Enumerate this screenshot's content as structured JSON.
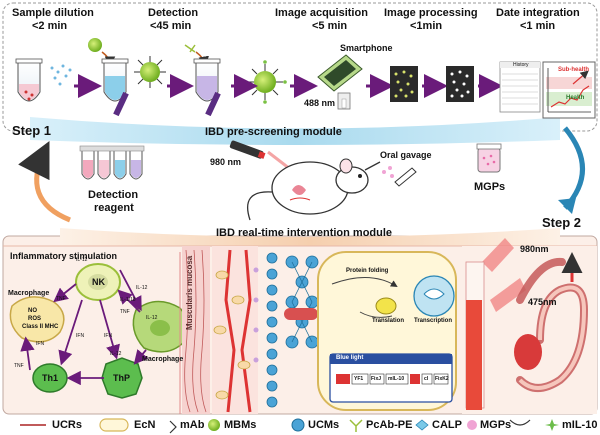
{
  "top": {
    "sample_dilution": "Sample dilution",
    "sample_time": "<2 min",
    "detection": "Detection",
    "detection_time": "<45 min",
    "image_acquisition": "Image acquisition",
    "image_acquisition_time": "<5 min",
    "image_processing": "Image processing",
    "image_processing_time": "<1min",
    "date_integration": "Date integration",
    "date_integration_time": "<1 min",
    "smartphone": "Smartphone",
    "wavelength_488": "488 nm",
    "history": "History",
    "sub_health": "Sub-health",
    "health": "Health"
  },
  "steps": {
    "step1": "Step 1",
    "step2": "Step 2",
    "pre_screening": "IBD pre-screening module",
    "intervention": "IBD real-time intervention module"
  },
  "middle": {
    "nm980": "980 nm",
    "oral_gavage": "Oral gavage",
    "mgps": "MGPs",
    "detection_reagent_1": "Detection",
    "detection_reagent_2": "reagent"
  },
  "bottom": {
    "inflammatory": "Inflammatory stimulation",
    "nk": "NK",
    "no": "NO",
    "ros": "ROS",
    "mhc": "Class II MHC",
    "macrophage_left": "Macrophage",
    "macrophage_right": "Macrophage",
    "th1": "Th1",
    "thp": "ThP",
    "tnf1": "TNF",
    "tnf2": "TNF",
    "tnf3": "TNF",
    "ifn1": "IFN",
    "ifn2": "IFN",
    "ifn3": "IFN",
    "il12a": "IL-12",
    "il12b": "IL-12",
    "il12c": "IL-12",
    "il12d": "IL-12",
    "il1518": "IL-1/18",
    "muscularis": "Muscularis mucosa",
    "protein_folding": "Protein folding",
    "translation": "Translation",
    "transcription": "Transcription",
    "blue_light": "Blue light",
    "yf1": "YF1",
    "fixj": "FixJ",
    "mil10": "mIL-10",
    "ci": "cI",
    "fixk2": "FixK2",
    "nm980b": "980nm",
    "nm475": "475nm"
  },
  "legend": {
    "ucrs": "UCRs",
    "ecn": "EcN",
    "mab": "mAb",
    "mbms": "MBMs",
    "ucms": "UCMs",
    "pcab": "PcAb-PE",
    "calp": "CALP",
    "mgps": "MGPs",
    "mil10": "mIL-10"
  },
  "colors": {
    "top_panel_border": "#9a9a9a",
    "pre_banner": "#bfe3f2",
    "step2_arrow": "#2a86b5",
    "step1_arrow": "#f0a060",
    "intervention_banner": "#f9dcc4",
    "bottom_bg": "#fcefe8",
    "arrow_purple": "#6a1b7a",
    "mbm_green": "#9bcf3c",
    "macrophage_green": "#b6d97a",
    "nk_yellow": "#eef2b8",
    "th_green": "#5cbd4e",
    "cell_blue": "#7fc3e8",
    "red": "#d83a3a"
  }
}
